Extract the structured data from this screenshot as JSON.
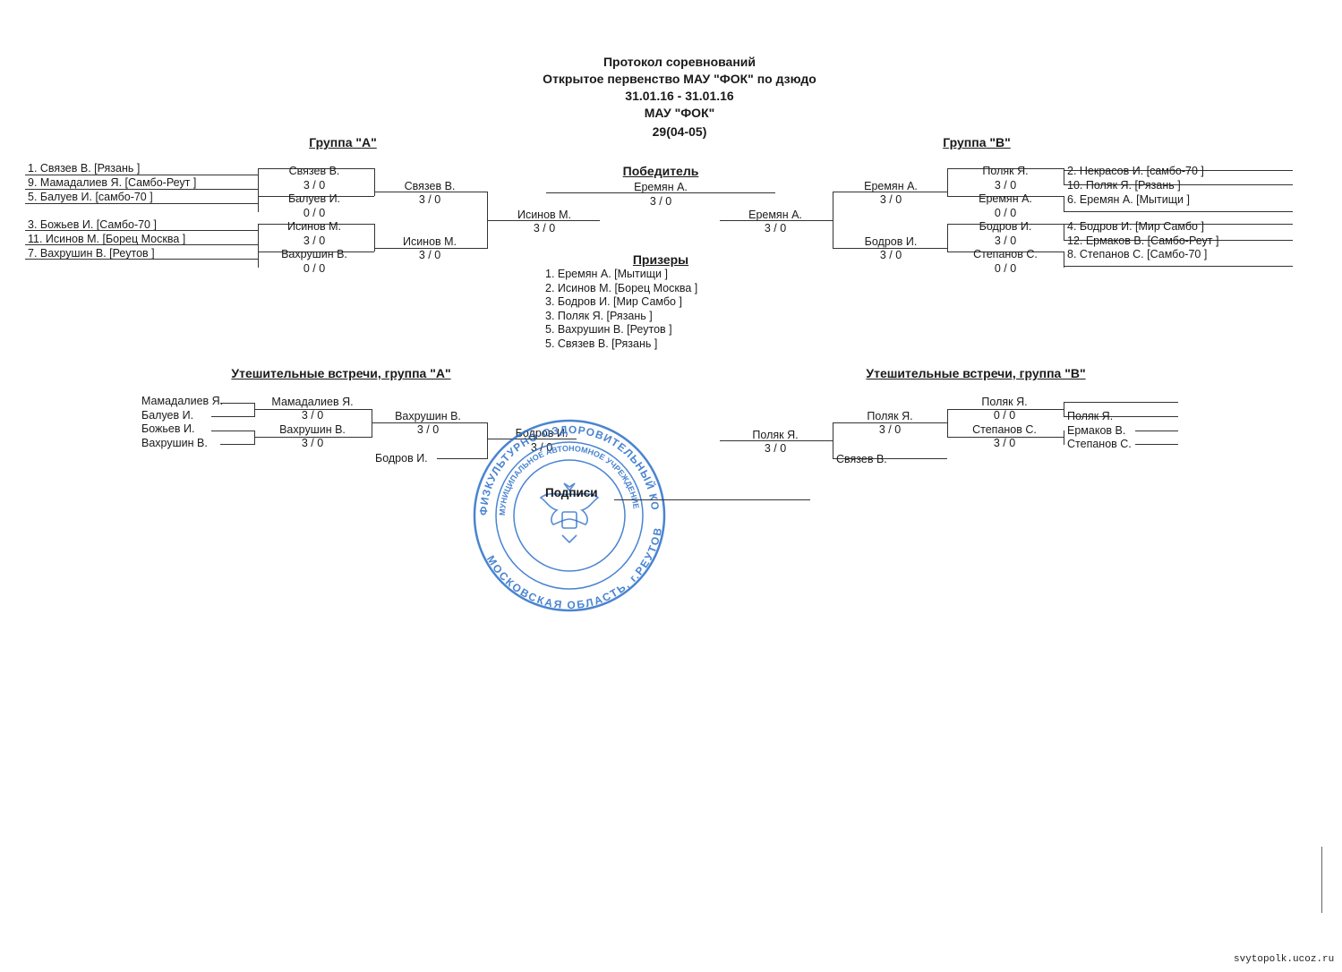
{
  "header": {
    "line1": "Протокол соревнований",
    "line2": "Открытое первенство МАУ \"ФОК\" по дзюдо",
    "dates": "31.01.16 - 31.01.16",
    "organizer": "МАУ \"ФОК\"",
    "category": "29(04-05)"
  },
  "group_a": {
    "title": "Группа  \"А\"",
    "entrants": [
      "1. Связев В.  [Рязань    ]",
      "9. Мамадалиев Я.  [Самбо-Реут   ]",
      "5. Балуев И.  [самбо-70   ]",
      "3. Божьев И.  [Самбо-70   ]",
      "11. Исинов М.  [Борец Москва   ]",
      "7. Вахрушин В.  [Реутов   ]"
    ],
    "round1": [
      {
        "name": "Связев В.",
        "score": "3  /  0"
      },
      {
        "name": "Балуев И.",
        "score": "0  /  0"
      },
      {
        "name": "Исинов М.",
        "score": "3  /  0"
      },
      {
        "name": "Вахрушин В.",
        "score": "0  /  0"
      }
    ],
    "round2": [
      {
        "name": "Связев В.",
        "score": "3  /  0"
      },
      {
        "name": "Исинов М.",
        "score": "3  /  0"
      }
    ],
    "final": {
      "name": "Исинов М.",
      "score": "3  /  0"
    }
  },
  "group_b": {
    "title": "Группа  \"В\"",
    "entrants": [
      "2. Некрасов И.  [самбо-70   ]",
      "10. Поляк Я.  [Рязань   ]",
      "6. Еремян А.  [Мытищи   ]",
      "4. Бодров И.  [Мир Самбо   ]",
      "12. Ермаков В.  [Самбо-Реут   ]",
      "8. Степанов С.  [Самбо-70   ]"
    ],
    "round1": [
      {
        "name": "Поляк Я.",
        "score": "3  /  0"
      },
      {
        "name": "Еремян А.",
        "score": "0  /  0"
      },
      {
        "name": "Бодров И.",
        "score": "3  /  0"
      },
      {
        "name": "Степанов С.",
        "score": "0  /  0"
      }
    ],
    "round2": [
      {
        "name": "Еремян А.",
        "score": "3  /  0"
      },
      {
        "name": "Бодров И.",
        "score": "3  /  0"
      }
    ],
    "final": {
      "name": "Еремян А.",
      "score": "3  /  0"
    }
  },
  "winner": {
    "title": "Победитель",
    "name": "Еремян А.",
    "score": "3  /  0"
  },
  "prizes": {
    "title": "Призеры",
    "items": [
      "1. Еремян А.    [Мытищи   ]",
      "2. Исинов М.    [Борец Москва   ]",
      "3. Бодров И.    [Мир Самбо   ]",
      "3. Поляк Я.    [Рязань   ]",
      "5. Вахрушин В.    [Реутов   ]",
      "5. Связев В.    [Рязань   ]"
    ]
  },
  "repechage_a": {
    "title": "Утешительные встречи, группа \"А\"",
    "entrants": [
      "Мамадалиев Я.",
      "Балуев И.",
      "Божьев И.",
      "Вахрушин В."
    ],
    "round1": [
      {
        "name": "Мамадалиев Я.",
        "score": "3  /  0"
      },
      {
        "name": "Вахрушин В.",
        "score": "3  /  0"
      }
    ],
    "round2": {
      "name": "Вахрушин В.",
      "score": "3  /  0"
    },
    "bye": "Бодров И.",
    "final": {
      "name": "Бодров И.",
      "score": "3  /  0"
    }
  },
  "repechage_b": {
    "title": "Утешительные встречи, группа \"В\"",
    "entrants": [
      "Поляк Я.",
      "Ермаков В.",
      "Степанов С."
    ],
    "top": {
      "name": "Поляк Я.",
      "score": "0  /  0"
    },
    "round1_win": {
      "name": "Степанов С.",
      "score": "3  /  0"
    },
    "round2": {
      "name": "Поляк Я.",
      "score": "3  /  0"
    },
    "bye": "Связев В.",
    "final": {
      "name": "Поляк Я.",
      "score": "3  /  0"
    }
  },
  "signatures_label": "Подписи",
  "stamp": {
    "outer_text": "ФИЗКУЛЬТУРНО-ОЗДОРОВИТЕЛЬНЫЙ КОМПЛЕКС",
    "middle_text": "МУНИЦИПАЛЬНОЕ АВТОНОМНОЕ УЧРЕЖДЕНИЕ",
    "bottom_text": "МОСКОВСКАЯ ОБЛАСТЬ, г.РЕУТОВ",
    "color": "#2a6fc9"
  },
  "watermark": "svytopolk.ucoz.ru"
}
